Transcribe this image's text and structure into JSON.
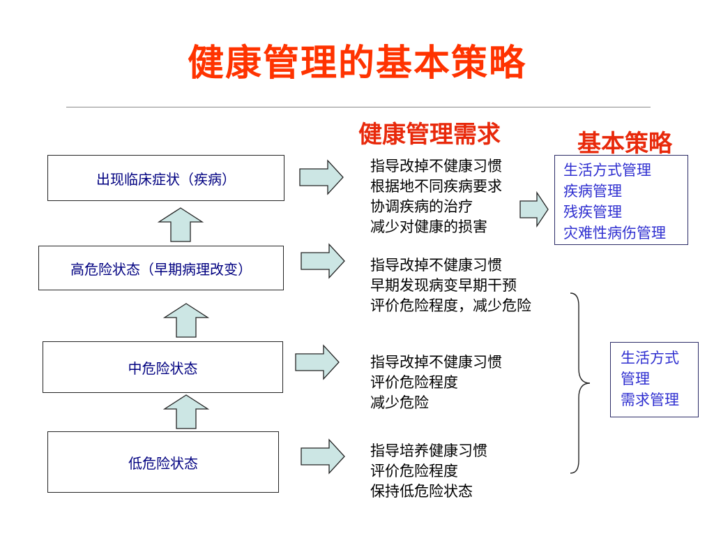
{
  "title": "健康管理的基本策略",
  "headings": {
    "needs": "健康管理需求",
    "strategy": "基本策略"
  },
  "states": [
    {
      "label": "出现临床症状（疾病）"
    },
    {
      "label": "高危险状态（早期病理改变）"
    },
    {
      "label": "中危险状态"
    },
    {
      "label": "低危险状态"
    }
  ],
  "needs": [
    {
      "lines": [
        "指导改掉不健康习惯",
        "根据地不同疾病要求",
        "协调疾病的治疗",
        "减少对健康的损害"
      ]
    },
    {
      "lines": [
        "指导改掉不健康习惯",
        "早期发现病变早期干预",
        "评价危险程度，减少危险"
      ]
    },
    {
      "lines": [
        "指导改掉不健康习惯",
        "评价危险程度",
        "减少危险"
      ]
    },
    {
      "lines": [
        "指导培养健康习惯",
        "评价危险程度",
        "保持低危险状态"
      ]
    }
  ],
  "strategies": [
    {
      "lines": [
        "生活方式管理",
        "疾病管理",
        "残疾管理",
        "灾难性病伤管理"
      ]
    },
    {
      "lines": [
        "生活方式",
        "管理",
        "需求管理"
      ]
    }
  ],
  "colors": {
    "title": "#ff3300",
    "heading": "#e8290b",
    "state_text": "#000080",
    "strategy_text": "#2f2fd0",
    "arrow_fill": "#cce6e4",
    "arrow_stroke": "#222222"
  }
}
